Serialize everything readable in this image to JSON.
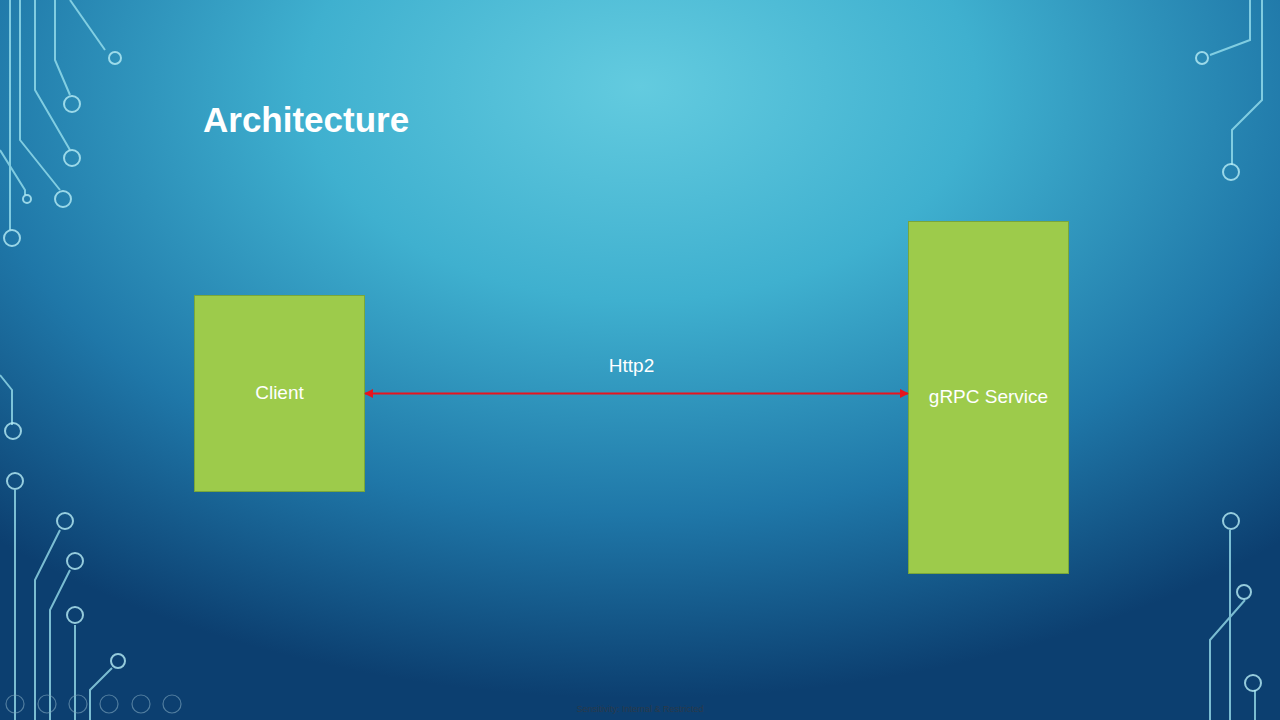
{
  "diagram": {
    "title": "Architecture",
    "nodes": [
      {
        "text": [
          "Client"
        ]
      },
      {
        "text": [
          "gRPC Service"
        ]
      }
    ],
    "edges": [
      {
        "from": 0,
        "to": 1,
        "label": "Http2",
        "arrow": "both"
      }
    ],
    "labels": [
      "Sensitivity: Internal & Restricted"
    ]
  }
}
